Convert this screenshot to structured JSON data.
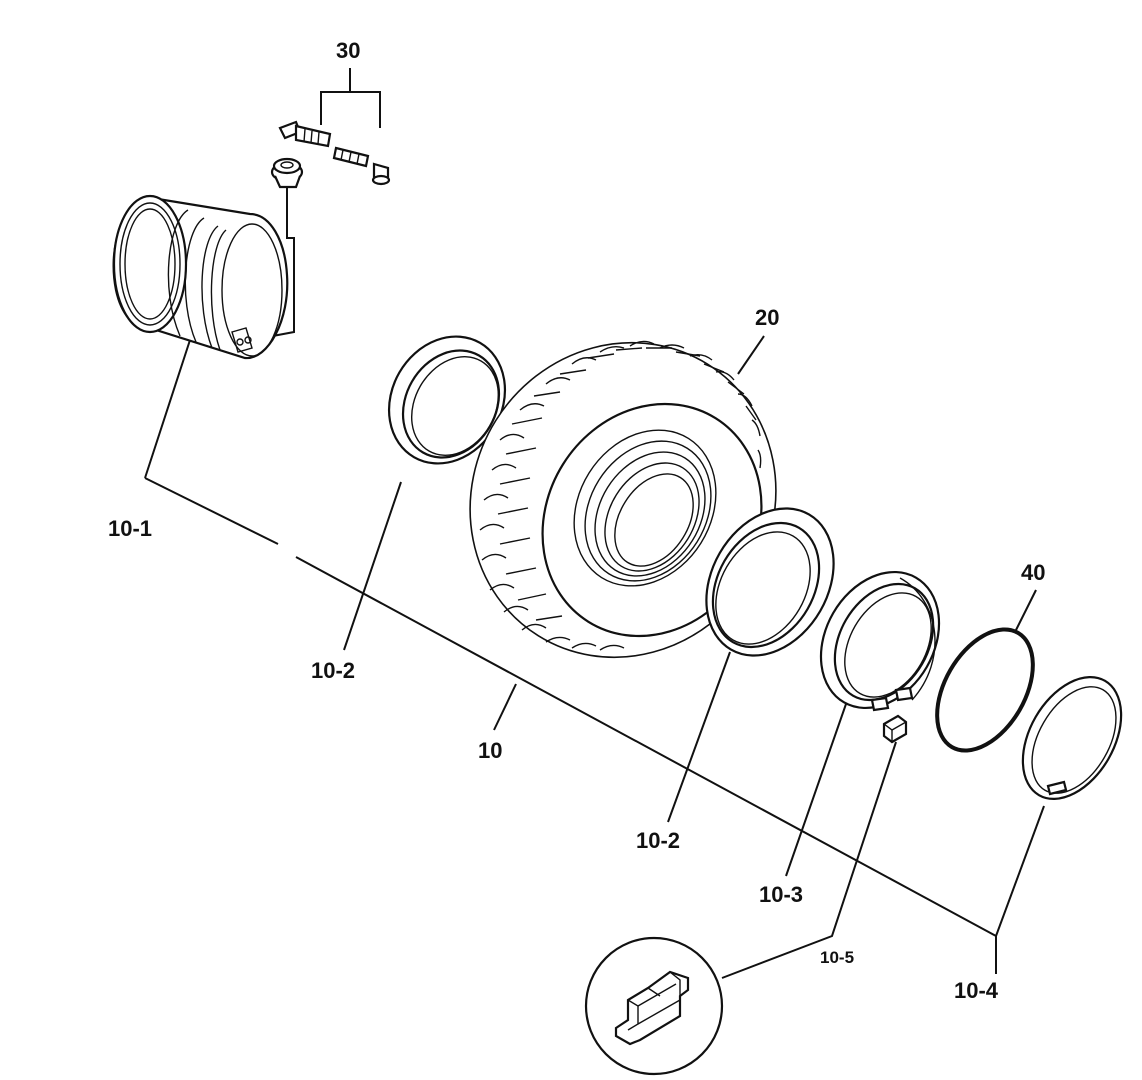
{
  "callouts": {
    "c30": "30",
    "c20": "20",
    "c10_1": "10-1",
    "c10_2a": "10-2",
    "c10": "10",
    "c10_2b": "10-2",
    "c10_3": "10-3",
    "c40": "40",
    "c10_5": "10-5",
    "c10_4": "10-4"
  },
  "colors": {
    "ink": "#111111",
    "paper": "#ffffff"
  }
}
